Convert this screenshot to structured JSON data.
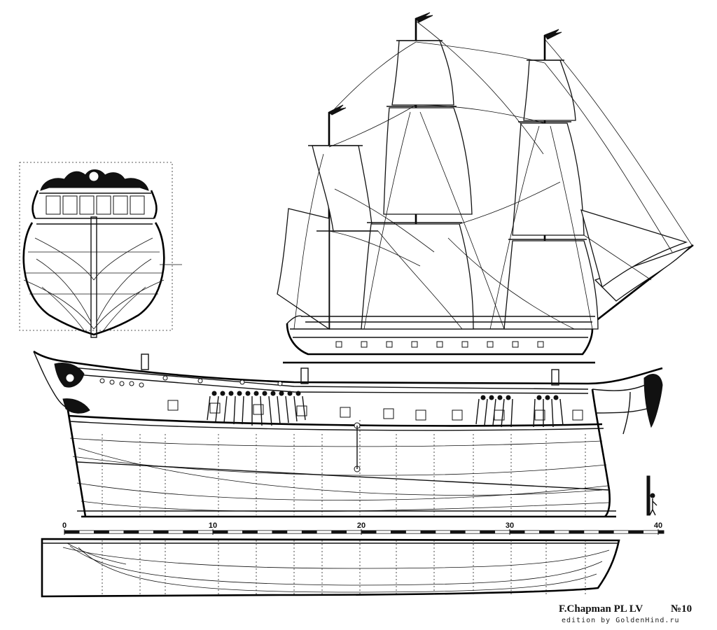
{
  "scale": {
    "ticks": [
      {
        "value": "0",
        "pos": 0
      },
      {
        "value": "10",
        "pos": 10
      },
      {
        "value": "20",
        "pos": 20
      },
      {
        "value": "30",
        "pos": 30
      },
      {
        "value": "40",
        "pos": 40
      }
    ],
    "max": 40
  },
  "caption": {
    "title": "F.Chapman PL  LV",
    "number": "№10",
    "credit": "edition by GoldenHind.ru"
  }
}
